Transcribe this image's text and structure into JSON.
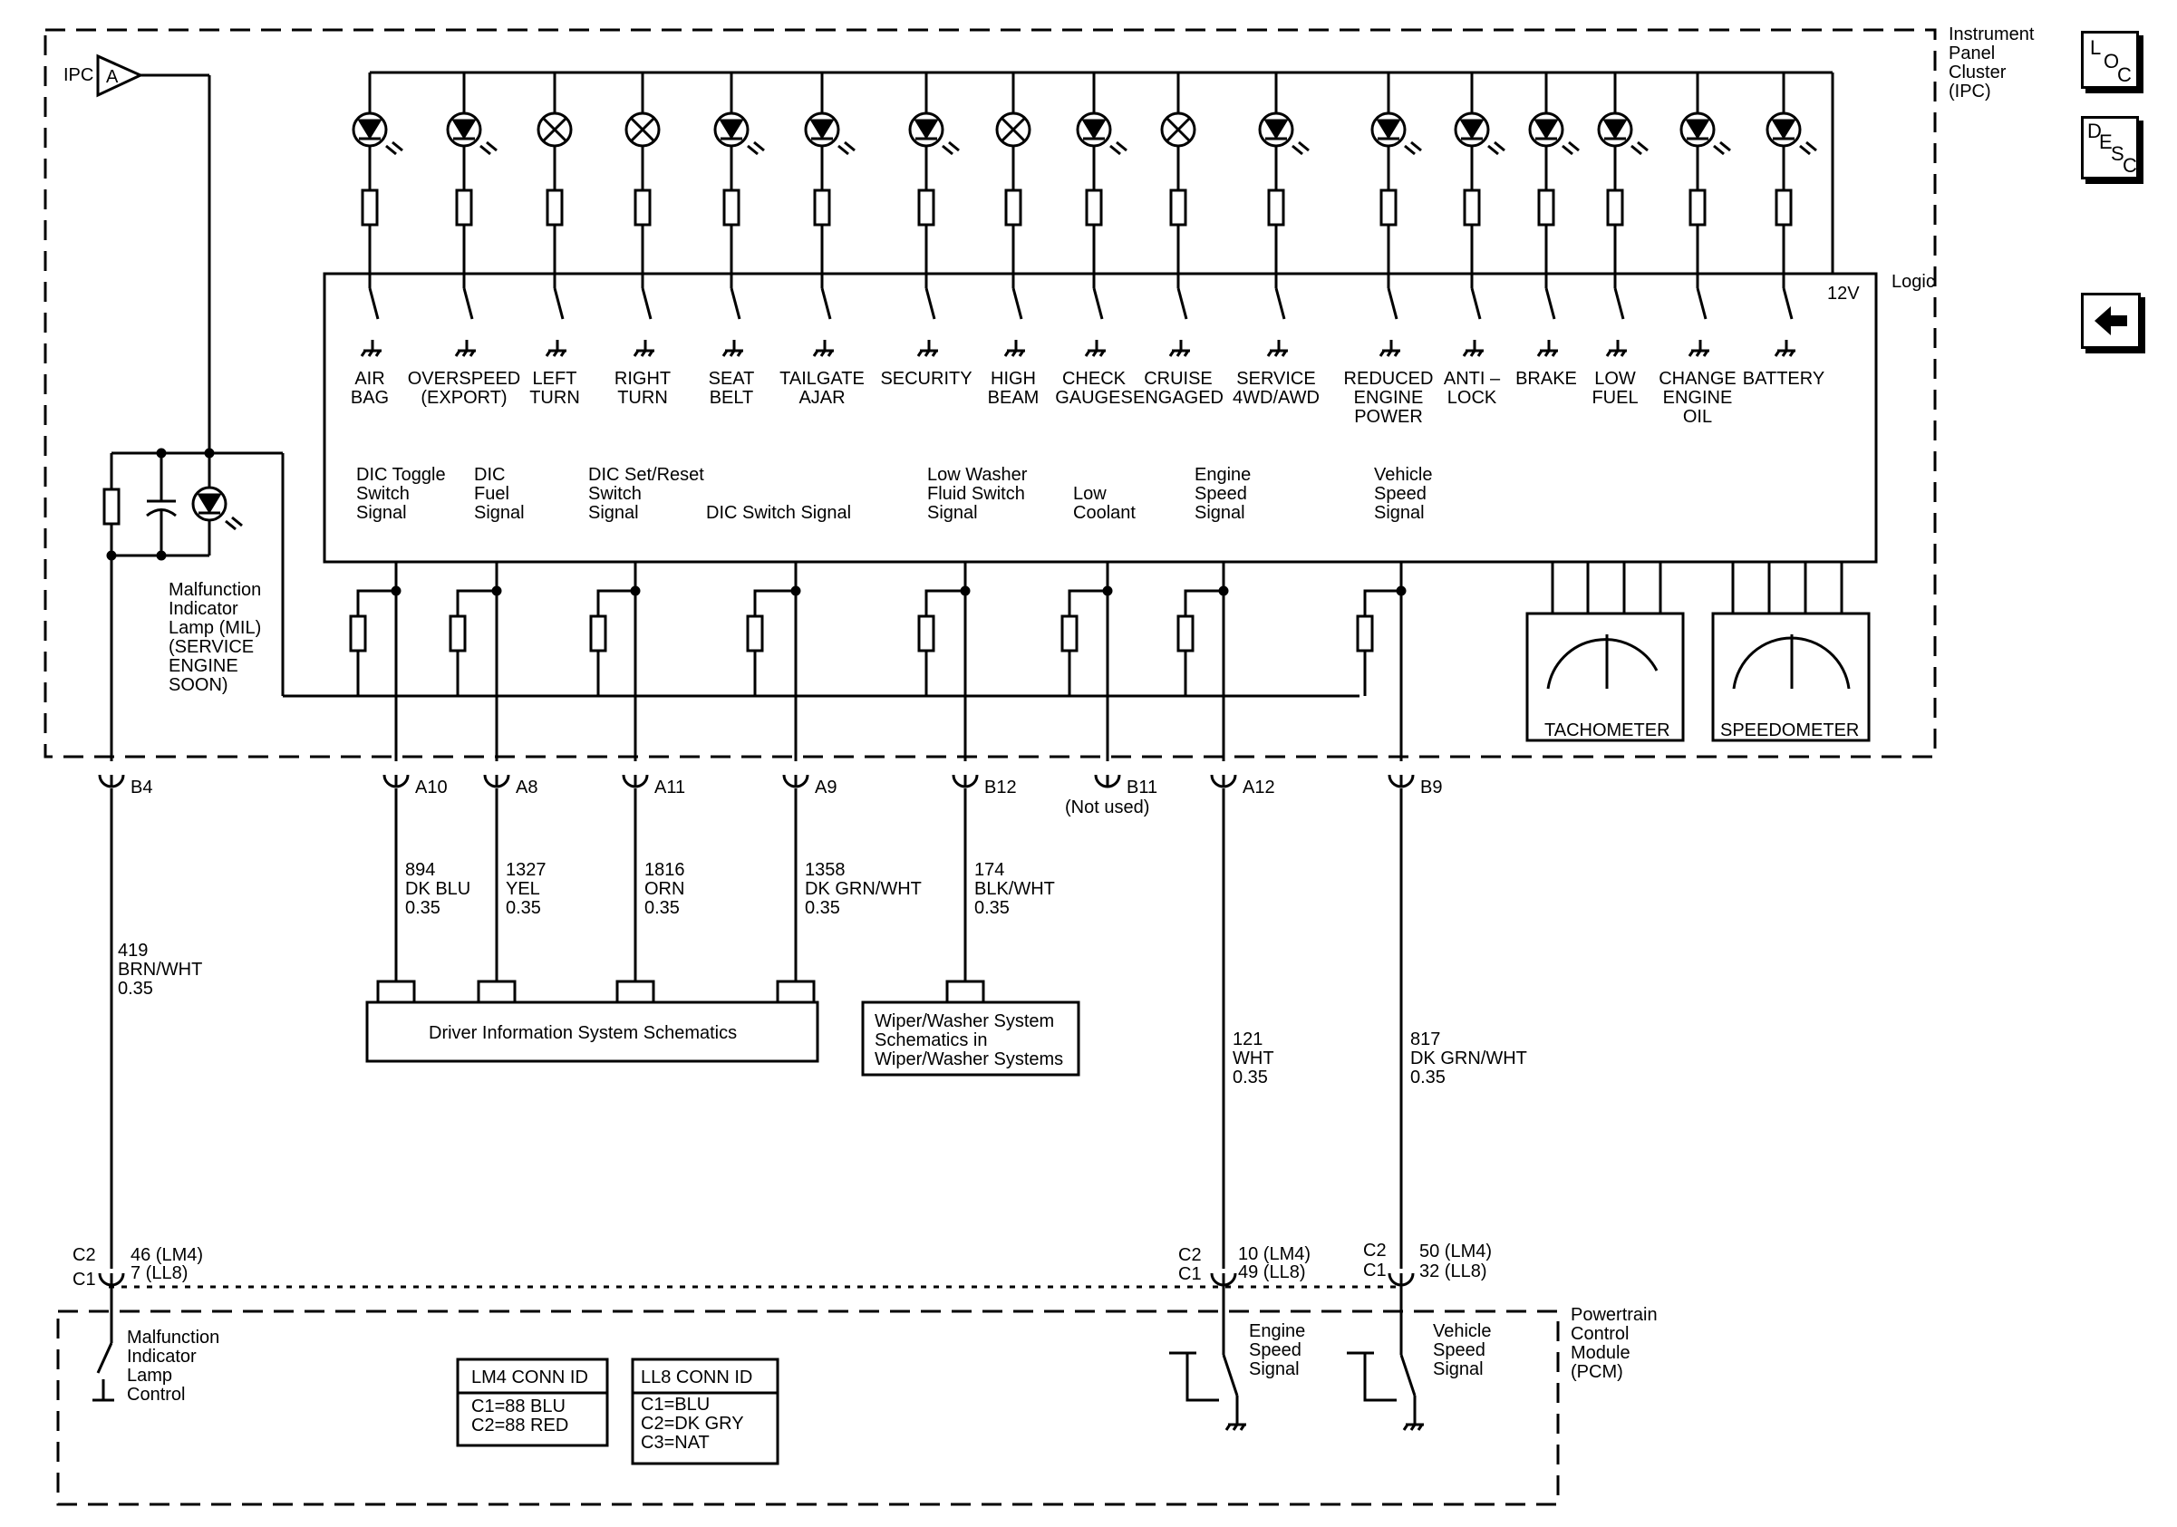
{
  "ipc": {
    "title": [
      "Instrument",
      "Panel",
      "Cluster",
      "(IPC)"
    ],
    "logic": "Logic",
    "v12": "12V",
    "ipc_tag": "IPC",
    "ipc_conn": "A"
  },
  "lamps": [
    {
      "id": "air-bag",
      "type": "led",
      "label": [
        "AIR",
        "BAG"
      ]
    },
    {
      "id": "overspeed",
      "type": "led",
      "label": [
        "OVERSPEED",
        "(EXPORT)"
      ]
    },
    {
      "id": "left-turn",
      "type": "bulb",
      "label": [
        "LEFT",
        "TURN"
      ]
    },
    {
      "id": "right-turn",
      "type": "bulb",
      "label": [
        "RIGHT",
        "TURN"
      ]
    },
    {
      "id": "seat-belt",
      "type": "led",
      "label": [
        "SEAT",
        "BELT"
      ]
    },
    {
      "id": "tailgate-ajar",
      "type": "led",
      "label": [
        "TAILGATE",
        "AJAR"
      ]
    },
    {
      "id": "security",
      "type": "led",
      "label": [
        "SECURITY"
      ]
    },
    {
      "id": "high-beam",
      "type": "bulb",
      "label": [
        "HIGH",
        "BEAM"
      ]
    },
    {
      "id": "check-gauges",
      "type": "led",
      "label": [
        "CHECK",
        "GAUGES"
      ]
    },
    {
      "id": "cruise-engaged",
      "type": "bulb",
      "label": [
        "CRUISE",
        "ENGAGED"
      ]
    },
    {
      "id": "service-4wd",
      "type": "led",
      "label": [
        "SERVICE",
        "4WD/AWD"
      ]
    },
    {
      "id": "reduced-engine-power",
      "type": "led",
      "label": [
        "REDUCED",
        "ENGINE",
        "POWER"
      ]
    },
    {
      "id": "anti-lock",
      "type": "led",
      "label": [
        "ANTI –",
        "LOCK"
      ]
    },
    {
      "id": "brake",
      "type": "led",
      "label": [
        "BRAKE"
      ]
    },
    {
      "id": "low-fuel",
      "type": "led",
      "label": [
        "LOW",
        "FUEL"
      ]
    },
    {
      "id": "change-engine-oil",
      "type": "led",
      "label": [
        "CHANGE",
        "ENGINE",
        "OIL"
      ]
    },
    {
      "id": "battery",
      "type": "led",
      "label": [
        "BATTERY"
      ]
    }
  ],
  "mil_label": [
    "Malfunction",
    "Indicator",
    "Lamp (MIL)",
    "(SERVICE",
    "ENGINE",
    "SOON)"
  ],
  "signals": [
    {
      "id": "dic-toggle",
      "label": [
        "DIC Toggle",
        "Switch",
        "Signal"
      ],
      "pin": "A10",
      "wire": [
        "894",
        "DK BLU",
        "0.35"
      ]
    },
    {
      "id": "dic-fuel",
      "label": [
        "DIC",
        "Fuel",
        "Signal"
      ],
      "pin": "A8",
      "wire": [
        "1327",
        "YEL",
        "0.35"
      ]
    },
    {
      "id": "dic-set-reset",
      "label": [
        "DIC Set/Reset",
        "Switch",
        "Signal"
      ],
      "pin": "A11",
      "wire": [
        "1816",
        "ORN",
        "0.35"
      ]
    },
    {
      "id": "dic-switch",
      "label": [
        "DIC Switch Signal"
      ],
      "pin": "A9",
      "wire": [
        "1358",
        "DK GRN/WHT",
        "0.35"
      ]
    },
    {
      "id": "low-washer",
      "label": [
        "Low Washer",
        "Fluid Switch",
        "Signal"
      ],
      "pin": "B12",
      "wire": [
        "174",
        "BLK/WHT",
        "0.35"
      ]
    },
    {
      "id": "low-coolant",
      "label": [
        "Low",
        "Coolant"
      ],
      "pin": "B11",
      "pin_note": "(Not used)",
      "wire": []
    },
    {
      "id": "engine-speed",
      "label": [
        "Engine",
        "Speed",
        "Signal"
      ],
      "pin": "A12",
      "wire": [
        "121",
        "WHT",
        "0.35"
      ]
    },
    {
      "id": "vehicle-speed",
      "label": [
        "Vehicle",
        "Speed",
        "Signal"
      ],
      "pin": "B9",
      "wire": [
        "817",
        "DK GRN/WHT",
        "0.35"
      ]
    }
  ],
  "mil_pin": {
    "pin": "B4",
    "wire": [
      "419",
      "BRN/WHT",
      "0.35"
    ]
  },
  "gauges": {
    "tachometer": "TACHOMETER",
    "speedometer": "SPEEDOMETER"
  },
  "boxes": {
    "dis": "Driver Information System Schematics",
    "wiper": [
      "Wiper/Washer System",
      "Schematics in",
      "Wiper/Washer Systems"
    ]
  },
  "pcm": {
    "title": [
      "Powertrain",
      "Control",
      "Module",
      "(PCM)"
    ],
    "mil_control": [
      "Malfunction",
      "Indicator",
      "Lamp",
      "Control"
    ],
    "engine_speed": [
      "Engine",
      "Speed",
      "Signal"
    ],
    "vehicle_speed": [
      "Vehicle",
      "Speed",
      "Signal"
    ],
    "mil_conn": {
      "c2": "C2",
      "c1": "C1",
      "pins": [
        "46 (LM4)",
        "7 (LL8)"
      ]
    },
    "eng_conn": {
      "c2": "C2",
      "c1": "C1",
      "pins": [
        "10 (LM4)",
        "49 (LL8)"
      ]
    },
    "veh_conn": {
      "c2": "C2",
      "c1": "C1",
      "pins": [
        "50 (LM4)",
        "32 (LL8)"
      ]
    }
  },
  "conn_ids": {
    "lm4": {
      "title": "LM4 CONN ID",
      "lines": [
        "C1=88 BLU",
        "C2=88 RED"
      ]
    },
    "ll8": {
      "title": "LL8 CONN ID",
      "lines": [
        "C1=BLU",
        "C2=DK GRY",
        "C3=NAT"
      ]
    }
  },
  "nav": {
    "loc": [
      "L",
      "O",
      "C"
    ],
    "desc": [
      "D",
      "E",
      "S",
      "C"
    ],
    "back_icon": "left-arrow-icon"
  }
}
